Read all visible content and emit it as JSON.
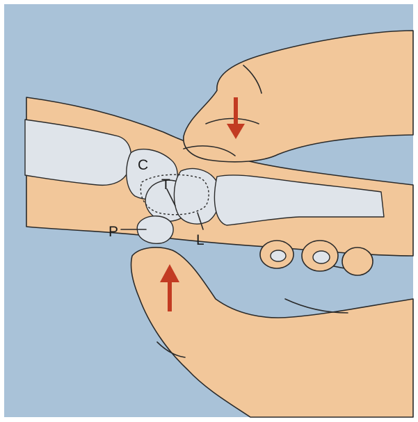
{
  "figure": {
    "labels": {
      "capitate": "C",
      "triquetrum": "T",
      "pisiform": "P",
      "lunate": "L"
    },
    "arrows": {
      "top": "down",
      "bottom": "up"
    },
    "colors": {
      "background": "#a9c2d8",
      "skin": "#f2c79a",
      "bone": "#dfe4ea",
      "arrow": "#c23b22",
      "outline": "#2a2a2a"
    }
  }
}
